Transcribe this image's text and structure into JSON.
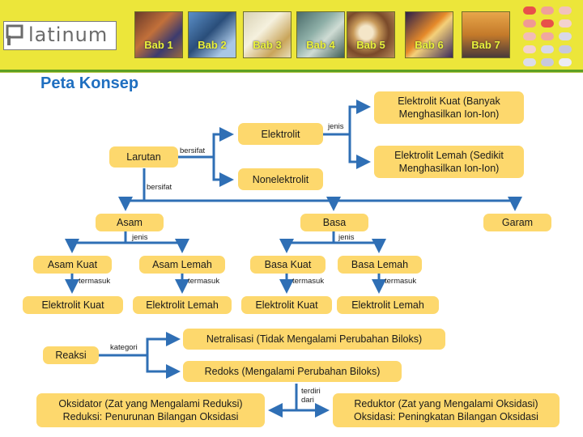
{
  "header": {
    "logo_text": "latinum",
    "tabs": [
      "Bab 1",
      "Bab 2",
      "Bab 3",
      "Bab 4",
      "Bab 5",
      "Bab 6",
      "Bab 7"
    ]
  },
  "page_title": "Peta Konsep",
  "nodes": {
    "larutan": "Larutan",
    "elektrolit": "Elektrolit",
    "nonelektrolit": "Nonelektrolit",
    "elektrolit_kuat_banyak": "Elektrolit Kuat (Banyak Menghasilkan Ion-Ion)",
    "elektrolit_lemah_sedikit": "Elektrolit Lemah (Sedikit Menghasilkan Ion-Ion)",
    "asam": "Asam",
    "basa": "Basa",
    "garam": "Garam",
    "asam_kuat": "Asam Kuat",
    "asam_lemah": "Asam Lemah",
    "basa_kuat": "Basa Kuat",
    "basa_lemah": "Basa Lemah",
    "ek1": "Elektrolit Kuat",
    "el1": "Elektrolit Lemah",
    "ek2": "Elektrolit Kuat",
    "el2": "Elektrolit Lemah",
    "reaksi": "Reaksi",
    "netralisasi": "Netralisasi (Tidak Mengalami Perubahan Biloks)",
    "redoks": "Redoks (Mengalami Perubahan Biloks)",
    "oksidator": "Oksidator (Zat yang Mengalami Reduksi)\nReduksi: Penurunan Bilangan Oksidasi",
    "reduktor": "Reduktor (Zat yang Mengalami Oksidasi)\nOksidasi: Peningkatan Bilangan Oksidasi"
  },
  "labels": {
    "bersifat1": "bersifat",
    "bersifat2": "bersifat",
    "jenis_elektrolit": "jenis",
    "jenis_asam": "jenis",
    "jenis_basa": "jenis",
    "termasuk1": "termasuk",
    "termasuk2": "termasuk",
    "termasuk3": "termasuk",
    "termasuk4": "termasuk",
    "kategori": "kategori",
    "terdiri": "terdiri",
    "dari": "dari"
  },
  "colors": {
    "header_bg": "#ece63a",
    "box_fill": "#fdd86d",
    "connector": "#2f6fb5",
    "title": "#1f6fc0"
  }
}
